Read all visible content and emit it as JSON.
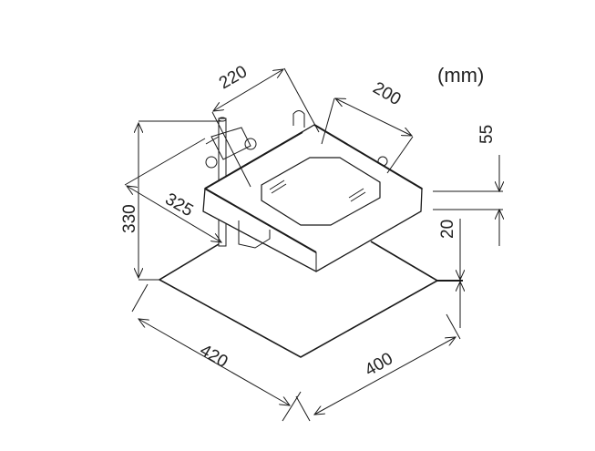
{
  "diagram": {
    "unit_label": "(mm)",
    "dimensions": {
      "height_total": "330",
      "depth_arm": "325",
      "tray_width": "220",
      "tray_depth": "200",
      "tray_height": "55",
      "base_thickness": "20",
      "base_width": "420",
      "base_depth": "400"
    },
    "colors": {
      "line": "#1a1a1a",
      "background": "#ffffff"
    }
  }
}
